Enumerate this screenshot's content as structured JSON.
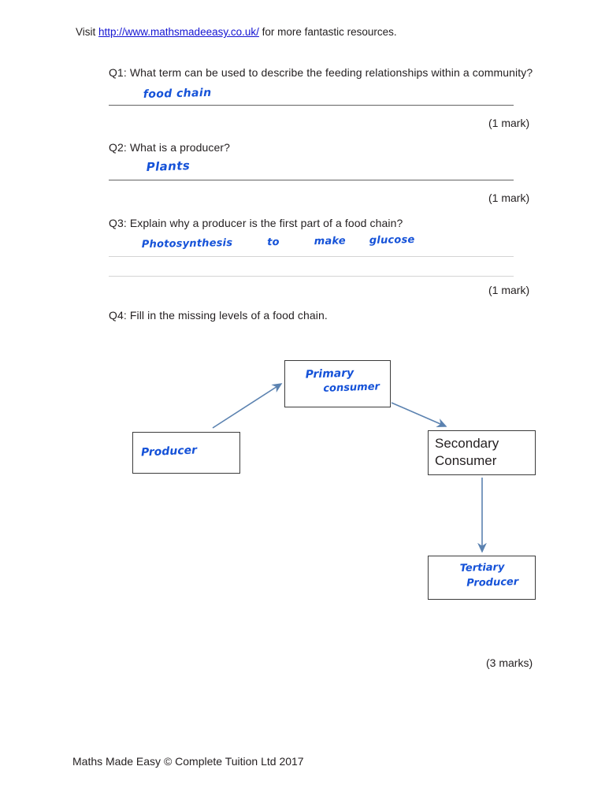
{
  "header": {
    "prefix": "Visit ",
    "link_text": "http://www.mathsmadeeasy.co.uk/",
    "suffix": " for more fantastic resources."
  },
  "questions": [
    {
      "id": "q1",
      "text": "Q1: What term can be used to describe the feeding relationships within a community?",
      "answer": "food chain",
      "marks": "(1 mark)"
    },
    {
      "id": "q2",
      "text": "Q2: What is a producer?",
      "answer": "Plants",
      "marks": "(1 mark)"
    },
    {
      "id": "q3",
      "text": "Q3: Explain why a producer is the first part of a food chain?",
      "answer_word_1": "Photosynthesis",
      "answer_word_2": "to",
      "answer_word_3": "make",
      "answer_word_4": "glucose",
      "marks": "(1 mark)"
    },
    {
      "id": "q4",
      "text": "Q4: Fill in the missing levels of a food chain.",
      "marks": "(3 marks)"
    }
  ],
  "diagram": {
    "nodes": {
      "primary": {
        "line1": "Primary",
        "line2": "consumer",
        "filled_by": "handwriting"
      },
      "producer": {
        "label": "Producer",
        "filled_by": "handwriting"
      },
      "secondary": {
        "line1": "Secondary",
        "line2": "Consumer",
        "filled_by": "printed"
      },
      "tertiary": {
        "line1": "Tertiary",
        "line2": "Producer",
        "filled_by": "handwriting"
      }
    },
    "arrow_color": "#5b82b0"
  },
  "footer": {
    "text": "Maths Made Easy © Complete Tuition Ltd 2017"
  },
  "colors": {
    "link": "#1414d2",
    "handwriting": "#1552d8",
    "rule": "#636363",
    "rule_light": "#d4d4d4",
    "box_border": "#3b3b3b",
    "arrow": "#5b82b0"
  }
}
